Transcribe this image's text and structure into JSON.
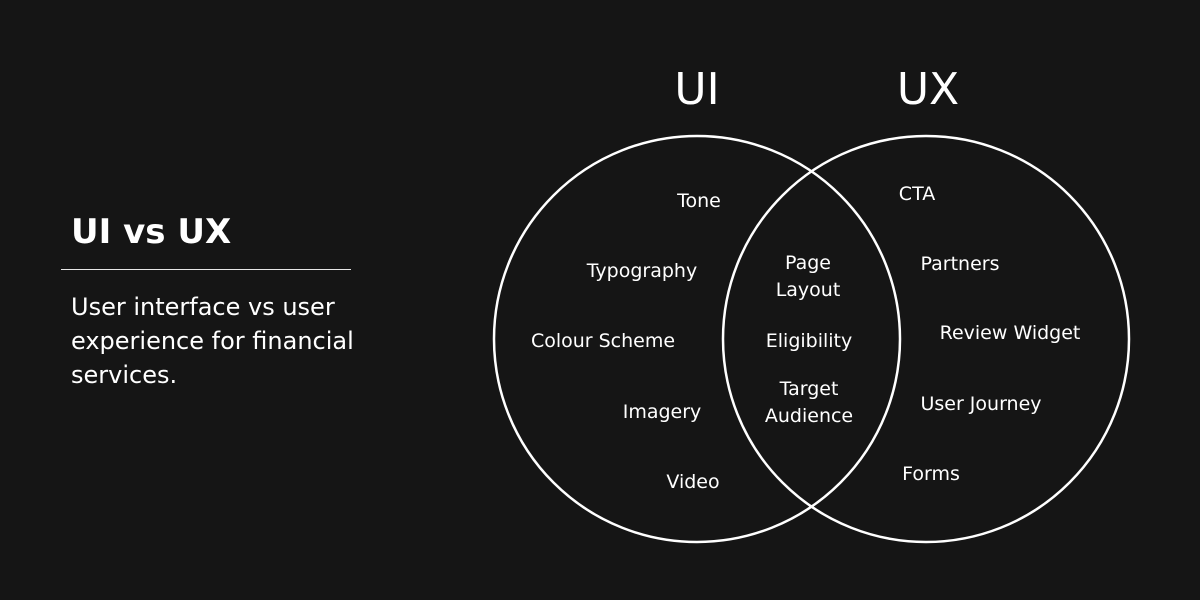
{
  "sidebar": {
    "title": "UI vs UX",
    "description": "User interface vs user experience for financial services."
  },
  "venn": {
    "left_label": "UI",
    "right_label": "UX",
    "ui_items": [
      "Tone",
      "Typography",
      "Colour Scheme",
      "Imagery",
      "Video"
    ],
    "shared_items": [
      [
        "Page",
        "Layout"
      ],
      [
        "Eligibility"
      ],
      [
        "Target",
        "Audience"
      ]
    ],
    "ux_items": [
      "CTA",
      "Partners",
      "Review Widget",
      "User Journey",
      "Forms"
    ],
    "colors": {
      "background": "#151515",
      "stroke": "#ffffff",
      "text": "#ffffff"
    }
  }
}
